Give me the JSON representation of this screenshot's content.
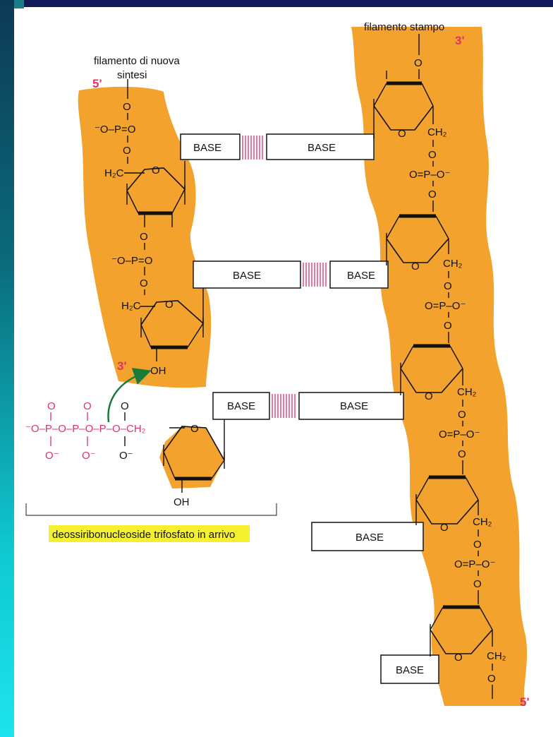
{
  "labels": {
    "new_strand": [
      "filamento di nuova",
      "sintesi"
    ],
    "template_strand": "filamento stampo",
    "incoming": "deossiribonucleoside trifosfato in arrivo"
  },
  "ends": {
    "new_5": "5'",
    "new_3": "3'",
    "template_3": "3'",
    "template_5": "5'"
  },
  "base": "BASE",
  "chem": {
    "O": "O",
    "OH": "OH",
    "phos_left": "⁻O–P=O",
    "phos_right": "O=P–O⁻",
    "ch2_left": "H₂C",
    "ch2_right": "CH₂",
    "triphosphate": "⁻O–P–O–P–O–P–O–CH₂",
    "o_minus": "O⁻"
  },
  "colors": {
    "backbone": "#f3a22e",
    "pink": "#e0306a",
    "highlight": "#f5f030",
    "arrow": "#1a7a3a"
  }
}
